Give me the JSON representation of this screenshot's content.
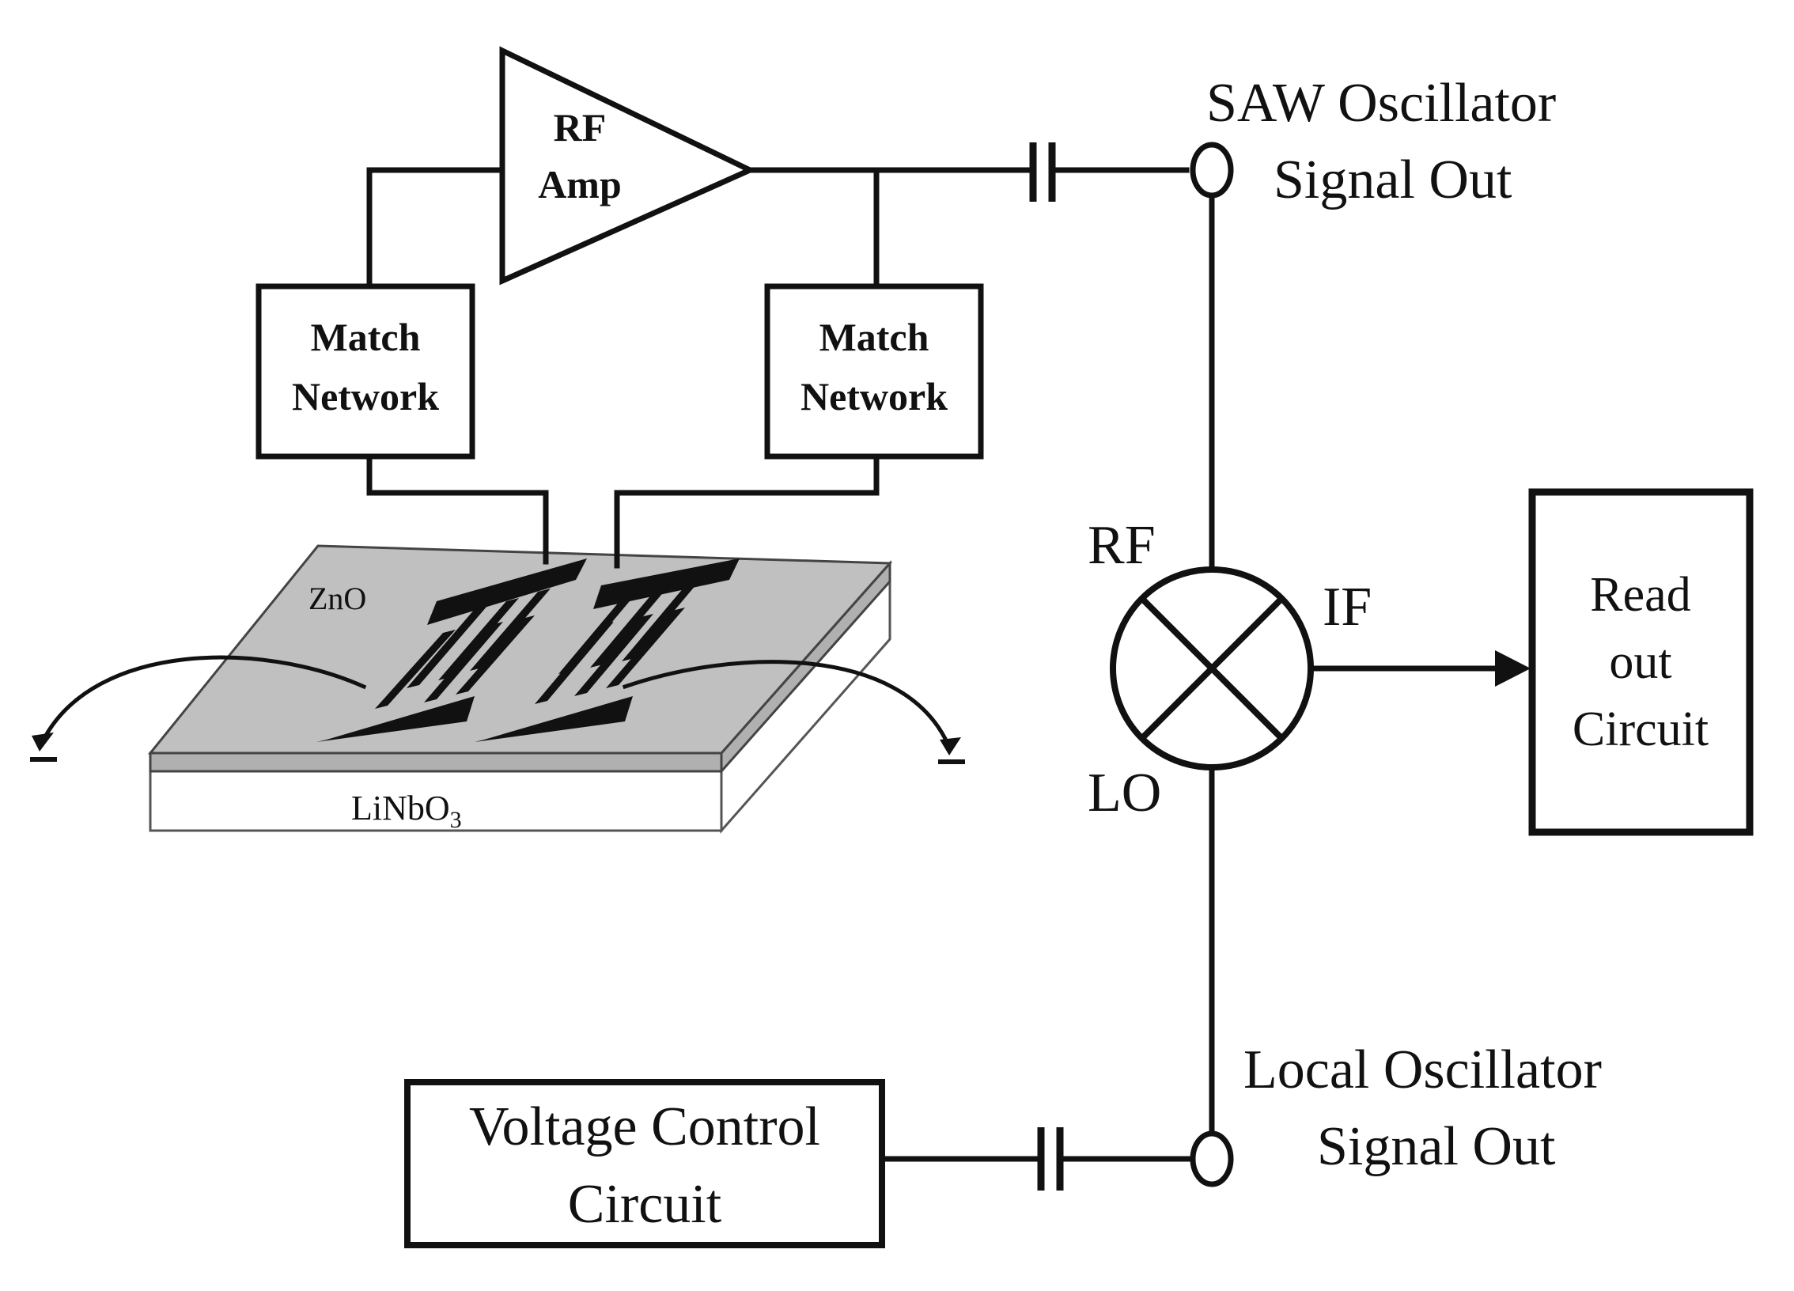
{
  "amplifier": {
    "line1": "RF",
    "line2": "Amp"
  },
  "match_left": {
    "line1": "Match",
    "line2": "Network"
  },
  "match_right": {
    "line1": "Match",
    "line2": "Network"
  },
  "device": {
    "film": "ZnO",
    "substrate": "LiNbO",
    "substrate_sub": "3"
  },
  "saw_out": {
    "line1": "SAW Oscillator",
    "line2": "Signal Out"
  },
  "mixer": {
    "rf": "RF",
    "if": "IF",
    "lo": "LO"
  },
  "readout": {
    "line1": "Read",
    "line2": "out",
    "line3": "Circuit"
  },
  "lo_out": {
    "line1": "Local Oscillator",
    "line2": "Signal Out"
  },
  "vcc": {
    "line1": "Voltage Control",
    "line2": "Circuit"
  },
  "colors": {
    "line": "#111111",
    "film": "#c0c0c0",
    "electrode": "#111111",
    "substrate": "#ffffff"
  }
}
